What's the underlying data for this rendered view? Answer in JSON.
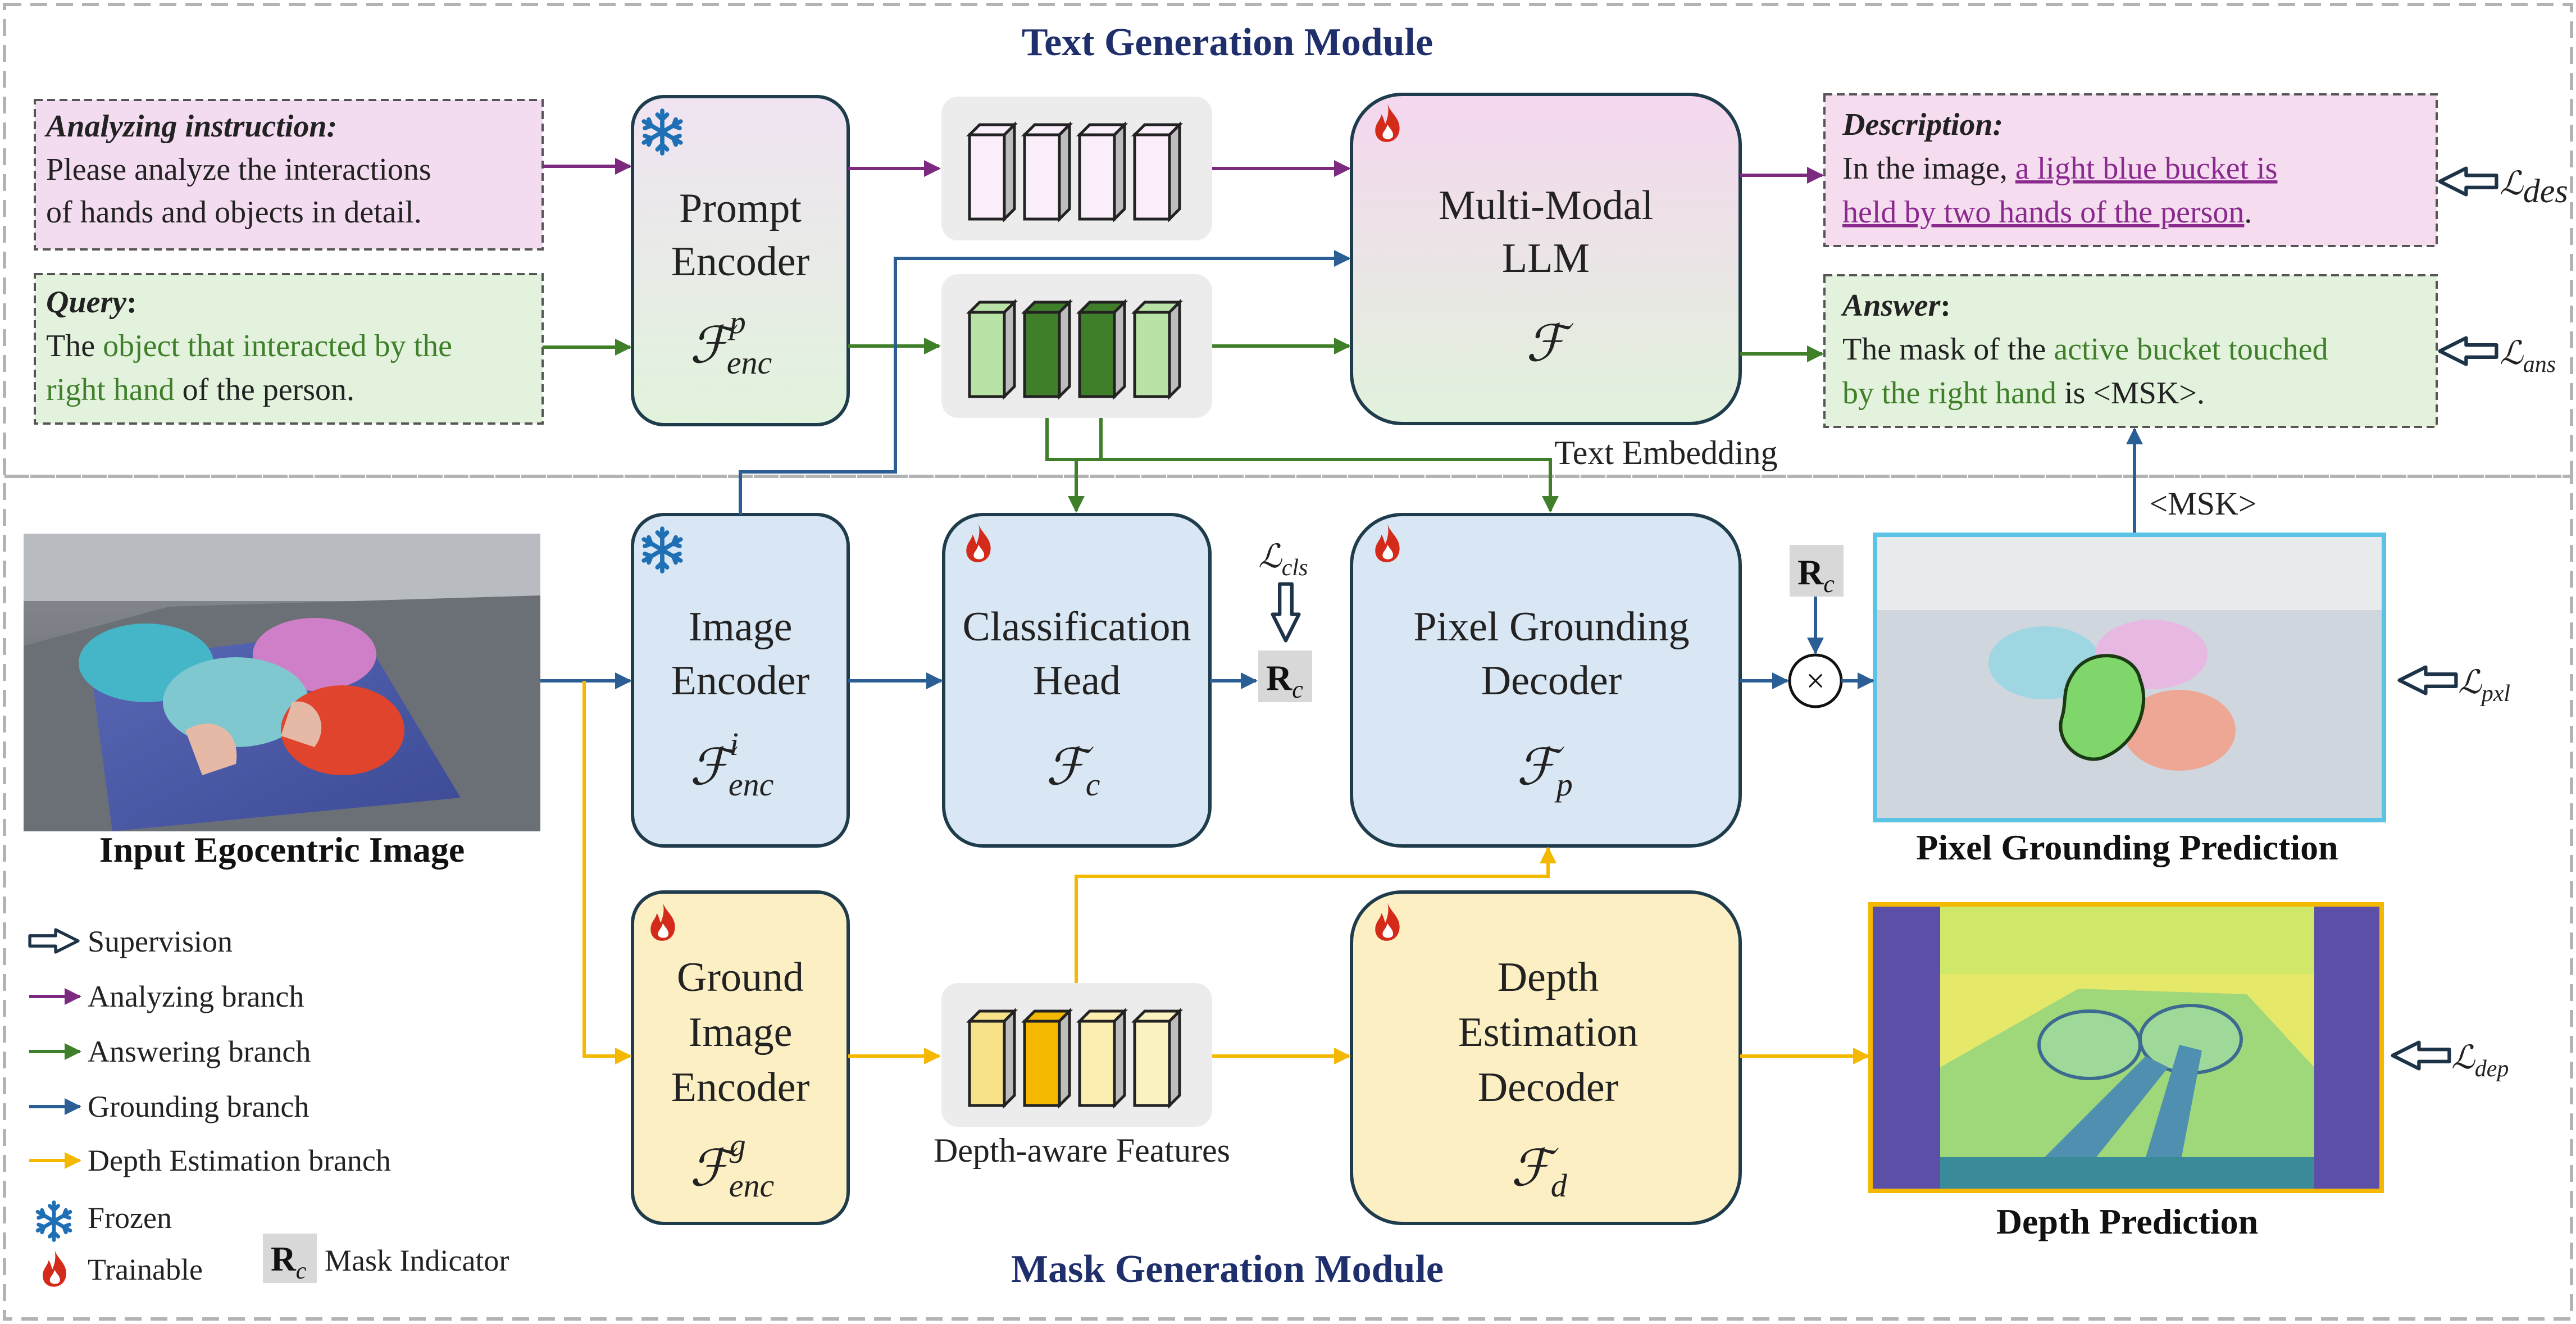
{
  "titles": {
    "text_module": "Text Generation Module",
    "mask_module": "Mask Generation Module"
  },
  "inputs": {
    "instruction_label": "Analyzing instruction:",
    "instruction_lines": [
      "Please analyze the interactions",
      "of hands and objects in detail."
    ],
    "query_label": "Query",
    "query_colon": ":",
    "query_line1_a": "The ",
    "query_line1_b": "object that interacted by the",
    "query_line2_a": "right hand",
    "query_line2_b": " of the person."
  },
  "outputs": {
    "description_label": "Description:",
    "description_line1_a": "In the image, ",
    "description_line1_b": "a light blue bucket is",
    "description_line2_a": "held by two hands of the person",
    "description_line2_b": ".",
    "answer_label": "Answer",
    "answer_colon": ":",
    "answer_line1_a": "The mask of the ",
    "answer_line1_b": "active bucket touched",
    "answer_line2_a": "by the right hand",
    "answer_line2_b": " is <MSK>."
  },
  "blocks": {
    "prompt_encoder": {
      "lines": [
        "Prompt",
        "Encoder"
      ],
      "symbol": "ℱ",
      "sup": "p",
      "sub": "enc"
    },
    "llm": {
      "lines": [
        "Multi-Modal",
        "LLM"
      ],
      "symbol": "ℱ"
    },
    "image_encoder": {
      "lines": [
        "Image",
        "Encoder"
      ],
      "symbol": "ℱ",
      "sup": "i",
      "sub": "enc"
    },
    "classification_head": {
      "lines": [
        "Classification",
        "Head"
      ],
      "symbol": "ℱ",
      "sub": "c"
    },
    "pixel_decoder": {
      "lines": [
        "Pixel Grounding",
        "Decoder"
      ],
      "symbol": "ℱ",
      "sub": "p"
    },
    "ground_encoder": {
      "lines": [
        "Ground",
        "Image",
        "Encoder"
      ],
      "symbol": "ℱ",
      "sup": "g",
      "sub": "enc"
    },
    "depth_decoder": {
      "lines": [
        "Depth",
        "Estimation",
        "Decoder"
      ],
      "symbol": "ℱ",
      "sub": "d"
    }
  },
  "labels": {
    "text_embedding": "Text Embedding",
    "msk_token": "<MSK>",
    "depth_features": "Depth-aware Features",
    "rc_main": "R",
    "rc_sub": "c",
    "multiply": "×"
  },
  "losses": {
    "des": {
      "main": "ℒ",
      "sub": "des"
    },
    "ans": {
      "main": "ℒ",
      "sub": "ans"
    },
    "cls": {
      "main": "ℒ",
      "sub": "cls"
    },
    "pxl": {
      "main": "ℒ",
      "sub": "pxl"
    },
    "dep": {
      "main": "ℒ",
      "sub": "dep"
    }
  },
  "captions": {
    "input": "Input Egocentric Image",
    "pixel": "Pixel Grounding Prediction",
    "depth": "Depth Prediction"
  },
  "legend": {
    "supervision": "Supervision",
    "analyzing": "Analyzing branch",
    "answering": "Answering branch",
    "grounding": "Grounding branch",
    "depth": "Depth Estimation branch",
    "frozen": "Frozen",
    "trainable": "Trainable",
    "mask_indicator": "Mask Indicator"
  },
  "icons": {
    "frozen": "snowflake-icon",
    "trainable": "flame-icon",
    "supervision": "hollow-arrow-icon"
  },
  "colors": {
    "analyzing": "#7b2a7f",
    "answering": "#3f7f2a",
    "grounding": "#2a5e94",
    "depth": "#f5b800",
    "module_title": "#1f2f6b",
    "snowflake": "#1f6fb5",
    "flame": "#d42a1a",
    "highlight_purple": "#8a2a8f",
    "highlight_green": "#3f7f2a"
  }
}
